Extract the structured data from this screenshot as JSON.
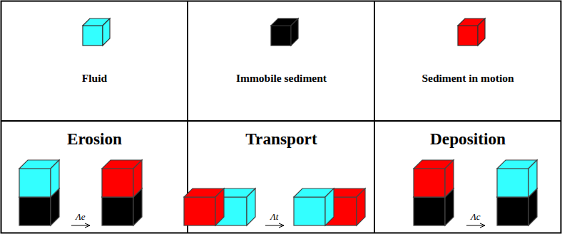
{
  "diagram": {
    "nodes": [
      {
        "text": [
          "Fluid"
        ]
      },
      {
        "text": [
          "Immobile sediment"
        ]
      },
      {
        "text": [
          "Sediment in motion"
        ]
      },
      {
        "text": [
          "Erosion"
        ]
      },
      {
        "text": [
          "Transport"
        ]
      },
      {
        "text": [
          "Deposition"
        ]
      }
    ],
    "labels": [
      "Λe",
      "Λt",
      "Λc"
    ]
  }
}
